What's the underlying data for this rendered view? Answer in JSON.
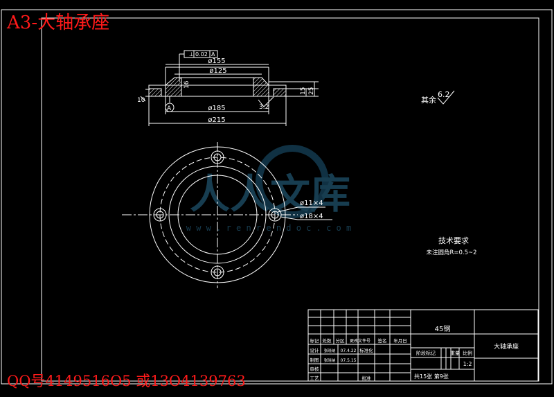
{
  "overlay": {
    "title": "A3-大轴承座",
    "contact": "QQ号4149516O5 或13O4139763"
  },
  "watermark": {
    "brand": "人人文库",
    "url": "w w w . r e n r e n d o c . c o m"
  },
  "section_view": {
    "tolerance_symbol": "⊥",
    "tolerance_value": "0.02",
    "datum": "A",
    "dims": {
      "d155": "ø155",
      "d125": "ø125",
      "d185": "ø185",
      "d215": "ø215",
      "h16": "16",
      "h15": "15",
      "h25": "25",
      "h10": "10",
      "r32": "3.2"
    }
  },
  "plan_view": {
    "hole_small": "ø11×4",
    "hole_large": "ø18×4"
  },
  "roughness": {
    "label": "其余",
    "value": "6.2"
  },
  "tech_req": {
    "title": "技术要求",
    "line": "未注圆角R=0.5~2"
  },
  "title_block": {
    "material": "45钢",
    "part_name": "大轴承座",
    "scale": "1:2",
    "sheet_info": "共15张 第9张",
    "hdr": [
      "标记",
      "处数",
      "分区",
      "更改文件号",
      "签名",
      "年月日"
    ],
    "design_label": "设计",
    "design_name": "张晓纳",
    "design_date": "07.4.22",
    "std_label": "标准化",
    "draw_label": "制图",
    "draw_name": "张晓纳",
    "draw_date": "07.5.15",
    "review_label": "审核",
    "process_label": "工艺",
    "approve_label": "批准",
    "stage_label": "阶段标记",
    "weight_label": "重量",
    "scale_label": "比例"
  }
}
